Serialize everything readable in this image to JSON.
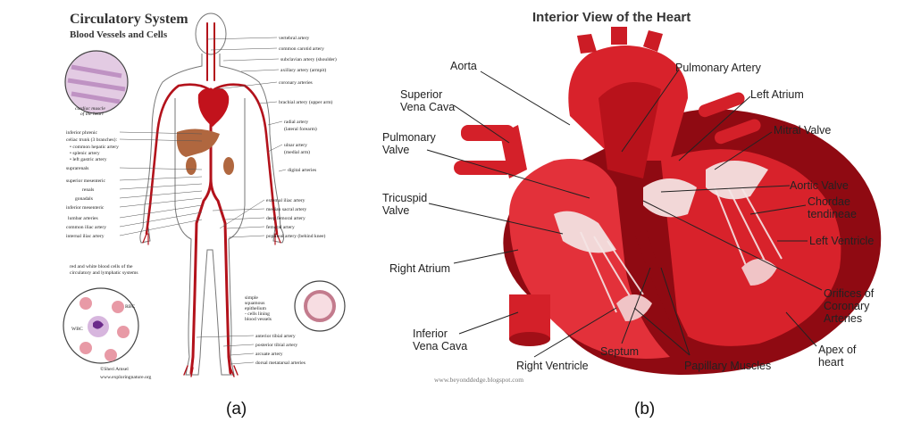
{
  "panel_a": {
    "title": "Circulatory System",
    "subtitle": "Blood Vessels and Cells",
    "caption": "(a)",
    "muscle_label": [
      "cardiac muscle",
      "of the heart"
    ],
    "cells_note": [
      "red and white blood cells of the",
      "circulatory and lymphatic systems"
    ],
    "rbc": "RBC",
    "wbc": "WBC",
    "squamous_note": [
      "simple",
      "squamous",
      "epithelium",
      "- cells lining",
      "blood vessels"
    ],
    "credit": [
      "©Sheri Amsel",
      "www.exploringnature.org"
    ],
    "right_labels": [
      "vertebral artery",
      "common carotid artery",
      "subclavian artery (shoulder)",
      "axillary artery (armpit)",
      "coronary arteries",
      "brachial artery (upper arm)",
      "radial artery",
      "(lateral forearm)",
      "ulnar artery",
      "(medial arm)",
      "digital arteries",
      "external iliac artery",
      "median sacral artery",
      "deep femoral artery",
      "femoral artery",
      "popliteal artery (behind knee)",
      "anterior tibial artery",
      "posterior tibial artery",
      "arcuate artery",
      "dorsal metatarsal arteries"
    ],
    "left_labels": [
      "inferior phrenic",
      "celiac trunk (3 branches):",
      "• common hepatic artery",
      "• splenic artery",
      "• left gastric artery",
      "suprarenals",
      "superior mesenteric",
      "renals",
      "gonadals",
      "inferior mesenteric",
      "lumbar arteries",
      "common iliac artery",
      "internal iliac artery"
    ]
  },
  "panel_b": {
    "title": "Interior View of the Heart",
    "caption": "(b)",
    "watermark": "www.beyonddedge.blogspot.com",
    "labels": {
      "aorta": "Aorta",
      "svc": [
        "Superior",
        "Vena Cava"
      ],
      "pulm_valve": [
        "Pulmonary",
        "Valve"
      ],
      "tricuspid": [
        "Tricuspid",
        "Valve"
      ],
      "right_atrium": "Right Atrium",
      "ivc": [
        "Inferior",
        "Vena Cava"
      ],
      "right_ventricle": "Right Ventricle",
      "septum": "Septum",
      "papillary": "Papillary Muscles",
      "pulm_artery": "Pulmonary Artery",
      "left_atrium": "Left Atrium",
      "mitral": "Mitral Valve",
      "aortic_valve": "Aortic Valve",
      "chordae": [
        "Chordae",
        "tendineae"
      ],
      "left_ventricle": "Left Ventricle",
      "orifices": [
        "Orifices of",
        "Coronary",
        "Arteries"
      ],
      "apex": [
        "Apex of",
        "heart"
      ]
    }
  },
  "colors": {
    "artery": "#b3121b",
    "heart_red": "#d8222b",
    "muscle": "#8f0a12",
    "valve": "#f2d7d7",
    "organ": "#b0673f"
  }
}
